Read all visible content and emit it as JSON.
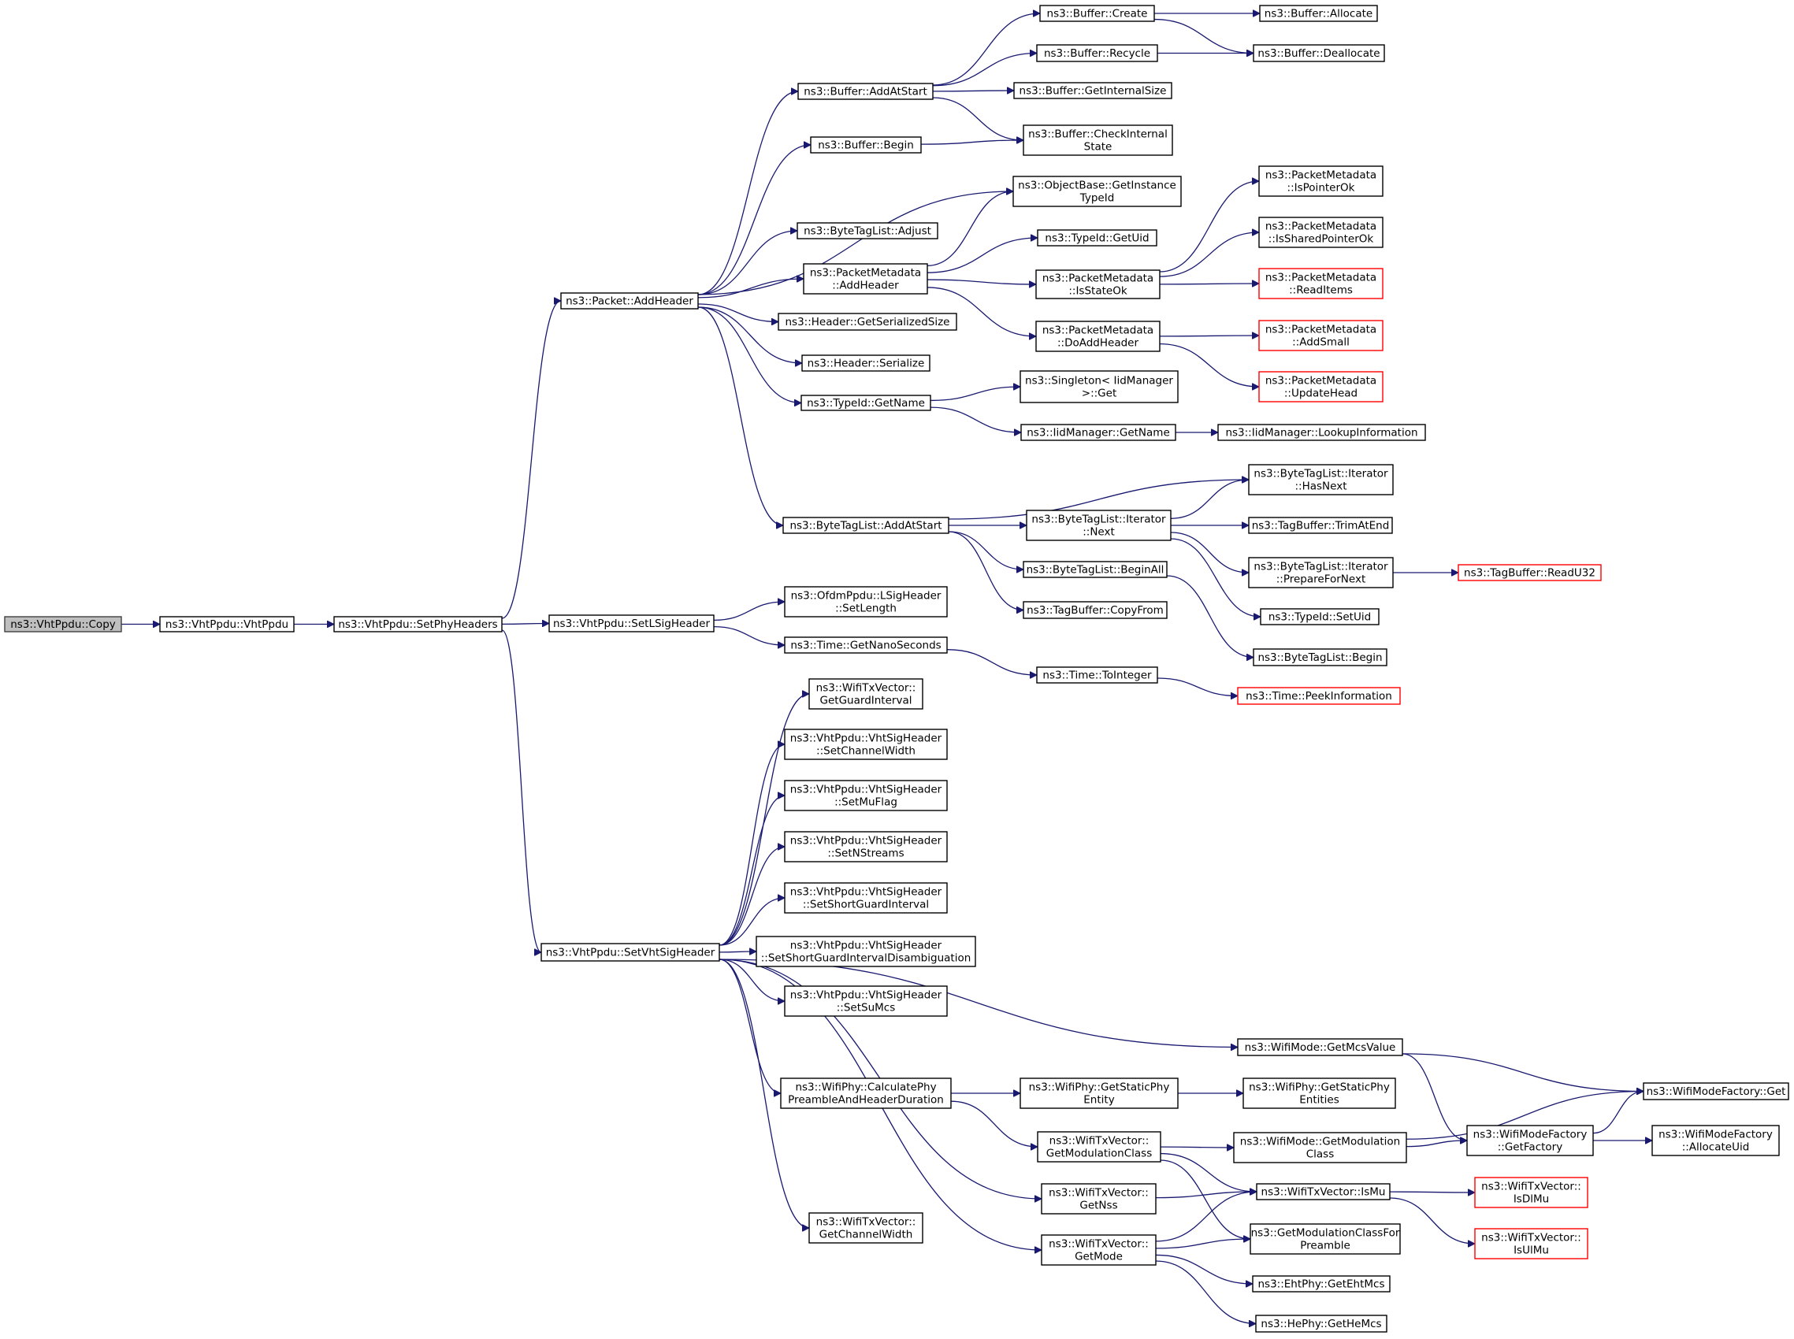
{
  "nodes": {
    "n_copy": {
      "lines": [
        "ns3::VhtPpdu::Copy"
      ],
      "style": "root"
    },
    "n_vhtppdu": {
      "lines": [
        "ns3::VhtPpdu::VhtPpdu"
      ]
    },
    "n_setphy": {
      "lines": [
        "ns3::VhtPpdu::SetPhyHeaders"
      ]
    },
    "n_addheader": {
      "lines": [
        "ns3::Packet::AddHeader"
      ]
    },
    "n_setlsig": {
      "lines": [
        "ns3::VhtPpdu::SetLSigHeader"
      ]
    },
    "n_setvhtsig": {
      "lines": [
        "ns3::VhtPpdu::SetVhtSigHeader"
      ]
    },
    "n_bufaddstart": {
      "lines": [
        "ns3::Buffer::AddAtStart"
      ]
    },
    "n_bufbegin": {
      "lines": [
        "ns3::Buffer::Begin"
      ]
    },
    "n_btladjust": {
      "lines": [
        "ns3::ByteTagList::Adjust"
      ]
    },
    "n_pmaddheader": {
      "lines": [
        "ns3::PacketMetadata",
        "::AddHeader"
      ]
    },
    "n_hdrsize": {
      "lines": [
        "ns3::Header::GetSerializedSize"
      ]
    },
    "n_hdrser": {
      "lines": [
        "ns3::Header::Serialize"
      ]
    },
    "n_tidgetname": {
      "lines": [
        "ns3::TypeId::GetName"
      ]
    },
    "n_btladdstart": {
      "lines": [
        "ns3::ByteTagList::AddAtStart"
      ]
    },
    "n_bufcreate": {
      "lines": [
        "ns3::Buffer::Create"
      ]
    },
    "n_bufrecycle": {
      "lines": [
        "ns3::Buffer::Recycle"
      ]
    },
    "n_bufinternal": {
      "lines": [
        "ns3::Buffer::GetInternalSize"
      ]
    },
    "n_bufcheck": {
      "lines": [
        "ns3::Buffer::CheckInternal",
        "State"
      ]
    },
    "n_bufalloc": {
      "lines": [
        "ns3::Buffer::Allocate"
      ]
    },
    "n_bufdealloc": {
      "lines": [
        "ns3::Buffer::Deallocate"
      ]
    },
    "n_objinst": {
      "lines": [
        "ns3::ObjectBase::GetInstance",
        "TypeId"
      ]
    },
    "n_tidgetuid": {
      "lines": [
        "ns3::TypeId::GetUid"
      ]
    },
    "n_pmisstate": {
      "lines": [
        "ns3::PacketMetadata",
        "::IsStateOk"
      ]
    },
    "n_pmdoadd": {
      "lines": [
        "ns3::PacketMetadata",
        "::DoAddHeader"
      ]
    },
    "n_pmisptr": {
      "lines": [
        "ns3::PacketMetadata",
        "::IsPointerOk"
      ]
    },
    "n_pmisshared": {
      "lines": [
        "ns3::PacketMetadata",
        "::IsSharedPointerOk"
      ]
    },
    "n_pmread": {
      "lines": [
        "ns3::PacketMetadata",
        "::ReadItems"
      ],
      "style": "external"
    },
    "n_pmaddsmall": {
      "lines": [
        "ns3::PacketMetadata",
        "::AddSmall"
      ],
      "style": "external"
    },
    "n_pmupdate": {
      "lines": [
        "ns3::PacketMetadata",
        "::UpdateHead"
      ],
      "style": "external"
    },
    "n_singleton": {
      "lines": [
        "ns3::Singleton< IidManager",
        ">::Get"
      ]
    },
    "n_iidgetname": {
      "lines": [
        "ns3::IidManager::GetName"
      ]
    },
    "n_iidlookup": {
      "lines": [
        "ns3::IidManager::LookupInformation"
      ]
    },
    "n_btlnext": {
      "lines": [
        "ns3::ByteTagList::Iterator",
        "::Next"
      ]
    },
    "n_btlbeginall": {
      "lines": [
        "ns3::ByteTagList::BeginAll"
      ]
    },
    "n_tbcopy": {
      "lines": [
        "ns3::TagBuffer::CopyFrom"
      ]
    },
    "n_btlhasnext": {
      "lines": [
        "ns3::ByteTagList::Iterator",
        "::HasNext"
      ]
    },
    "n_tbtrim": {
      "lines": [
        "ns3::TagBuffer::TrimAtEnd"
      ]
    },
    "n_btlprep": {
      "lines": [
        "ns3::ByteTagList::Iterator",
        "::PrepareForNext"
      ]
    },
    "n_tbreadu32": {
      "lines": [
        "ns3::TagBuffer::ReadU32"
      ],
      "style": "external"
    },
    "n_tidsetuid": {
      "lines": [
        "ns3::TypeId::SetUid"
      ]
    },
    "n_btlbegin": {
      "lines": [
        "ns3::ByteTagList::Begin"
      ]
    },
    "n_ofdmsetlen": {
      "lines": [
        "ns3::OfdmPpdu::LSigHeader",
        "::SetLength"
      ]
    },
    "n_timenano": {
      "lines": [
        "ns3::Time::GetNanoSeconds"
      ]
    },
    "n_timetoint": {
      "lines": [
        "ns3::Time::ToInteger"
      ]
    },
    "n_timepeek": {
      "lines": [
        "ns3::Time::PeekInformation"
      ],
      "style": "external"
    },
    "n_txgi": {
      "lines": [
        "ns3::WifiTxVector::",
        "GetGuardInterval"
      ]
    },
    "n_setcw": {
      "lines": [
        "ns3::VhtPpdu::VhtSigHeader",
        "::SetChannelWidth"
      ]
    },
    "n_setmu": {
      "lines": [
        "ns3::VhtPpdu::VhtSigHeader",
        "::SetMuFlag"
      ]
    },
    "n_setns": {
      "lines": [
        "ns3::VhtPpdu::VhtSigHeader",
        "::SetNStreams"
      ]
    },
    "n_setsgi": {
      "lines": [
        "ns3::VhtPpdu::VhtSigHeader",
        "::SetShortGuardInterval"
      ]
    },
    "n_setsgid": {
      "lines": [
        "ns3::VhtPpdu::VhtSigHeader",
        "::SetShortGuardIntervalDisambiguation"
      ]
    },
    "n_setsumcs": {
      "lines": [
        "ns3::VhtPpdu::VhtSigHeader",
        "::SetSuMcs"
      ]
    },
    "n_getmcsval": {
      "lines": [
        "ns3::WifiMode::GetMcsValue"
      ]
    },
    "n_calcpre": {
      "lines": [
        "ns3::WifiPhy::CalculatePhy",
        "PreambleAndHeaderDuration"
      ]
    },
    "n_getstatic": {
      "lines": [
        "ns3::WifiPhy::GetStaticPhy",
        "Entity"
      ]
    },
    "n_getstatics": {
      "lines": [
        "ns3::WifiPhy::GetStaticPhy",
        "Entities"
      ]
    },
    "n_txgetmodcls": {
      "lines": [
        "ns3::WifiTxVector::",
        "GetModulationClass"
      ]
    },
    "n_wmgetmodcls": {
      "lines": [
        "ns3::WifiMode::GetModulation",
        "Class"
      ]
    },
    "n_wmfgetfactory": {
      "lines": [
        "ns3::WifiModeFactory",
        "::GetFactory"
      ]
    },
    "n_wmfget": {
      "lines": [
        "ns3::WifiModeFactory::Get"
      ]
    },
    "n_wmfalloc": {
      "lines": [
        "ns3::WifiModeFactory",
        "::AllocateUid"
      ]
    },
    "n_txgetnss": {
      "lines": [
        "ns3::WifiTxVector::",
        "GetNss"
      ]
    },
    "n_txismu": {
      "lines": [
        "ns3::WifiTxVector::IsMu"
      ]
    },
    "n_txisdlmu": {
      "lines": [
        "ns3::WifiTxVector::",
        "IsDlMu"
      ],
      "style": "external"
    },
    "n_txisulmu": {
      "lines": [
        "ns3::WifiTxVector::",
        "IsUlMu"
      ],
      "style": "external"
    },
    "n_txgetcw": {
      "lines": [
        "ns3::WifiTxVector::",
        "GetChannelWidth"
      ]
    },
    "n_txgetmode": {
      "lines": [
        "ns3::WifiTxVector::",
        "GetMode"
      ]
    },
    "n_getmodclspre": {
      "lines": [
        "ns3::GetModulationClassFor",
        "Preamble"
      ]
    },
    "n_ehtmcs": {
      "lines": [
        "ns3::EhtPhy::GetEhtMcs"
      ]
    },
    "n_hemcs": {
      "lines": [
        "ns3::HePhy::GetHeMcs"
      ]
    }
  },
  "edges": [
    [
      "n_copy",
      "n_vhtppdu"
    ],
    [
      "n_vhtppdu",
      "n_setphy"
    ],
    [
      "n_setphy",
      "n_addheader"
    ],
    [
      "n_setphy",
      "n_setlsig"
    ],
    [
      "n_setphy",
      "n_setvhtsig"
    ],
    [
      "n_addheader",
      "n_bufaddstart"
    ],
    [
      "n_addheader",
      "n_bufbegin"
    ],
    [
      "n_addheader",
      "n_objinst"
    ],
    [
      "n_addheader",
      "n_btladjust"
    ],
    [
      "n_addheader",
      "n_pmaddheader"
    ],
    [
      "n_addheader",
      "n_hdrsize"
    ],
    [
      "n_addheader",
      "n_hdrser"
    ],
    [
      "n_addheader",
      "n_tidgetname"
    ],
    [
      "n_addheader",
      "n_btladdstart"
    ],
    [
      "n_bufaddstart",
      "n_bufcreate"
    ],
    [
      "n_bufaddstart",
      "n_bufrecycle"
    ],
    [
      "n_bufaddstart",
      "n_bufinternal"
    ],
    [
      "n_bufaddstart",
      "n_bufcheck"
    ],
    [
      "n_bufcreate",
      "n_bufalloc"
    ],
    [
      "n_bufcreate",
      "n_bufdealloc"
    ],
    [
      "n_bufrecycle",
      "n_bufdealloc"
    ],
    [
      "n_bufbegin",
      "n_bufcheck"
    ],
    [
      "n_pmaddheader",
      "n_objinst"
    ],
    [
      "n_pmaddheader",
      "n_tidgetuid"
    ],
    [
      "n_pmaddheader",
      "n_pmisstate"
    ],
    [
      "n_pmaddheader",
      "n_pmdoadd"
    ],
    [
      "n_pmisstate",
      "n_pmisptr"
    ],
    [
      "n_pmisstate",
      "n_pmisshared"
    ],
    [
      "n_pmisstate",
      "n_pmread"
    ],
    [
      "n_pmdoadd",
      "n_pmaddsmall"
    ],
    [
      "n_pmdoadd",
      "n_pmupdate"
    ],
    [
      "n_tidgetname",
      "n_singleton"
    ],
    [
      "n_tidgetname",
      "n_iidgetname"
    ],
    [
      "n_iidgetname",
      "n_iidlookup"
    ],
    [
      "n_btladdstart",
      "n_btlhasnext"
    ],
    [
      "n_btladdstart",
      "n_btlnext"
    ],
    [
      "n_btladdstart",
      "n_btlbeginall"
    ],
    [
      "n_btladdstart",
      "n_tbcopy"
    ],
    [
      "n_btlnext",
      "n_btlhasnext"
    ],
    [
      "n_btlnext",
      "n_tbtrim"
    ],
    [
      "n_btlnext",
      "n_btlprep"
    ],
    [
      "n_btlnext",
      "n_tidsetuid"
    ],
    [
      "n_btlprep",
      "n_tbreadu32"
    ],
    [
      "n_btlbeginall",
      "n_btlbegin"
    ],
    [
      "n_setlsig",
      "n_ofdmsetlen"
    ],
    [
      "n_setlsig",
      "n_timenano"
    ],
    [
      "n_timenano",
      "n_timetoint"
    ],
    [
      "n_timetoint",
      "n_timepeek"
    ],
    [
      "n_setvhtsig",
      "n_txgi"
    ],
    [
      "n_setvhtsig",
      "n_setcw"
    ],
    [
      "n_setvhtsig",
      "n_setmu"
    ],
    [
      "n_setvhtsig",
      "n_setns"
    ],
    [
      "n_setvhtsig",
      "n_setsgi"
    ],
    [
      "n_setvhtsig",
      "n_setsgid"
    ],
    [
      "n_setvhtsig",
      "n_setsumcs"
    ],
    [
      "n_setvhtsig",
      "n_getmcsval"
    ],
    [
      "n_setvhtsig",
      "n_calcpre"
    ],
    [
      "n_setvhtsig",
      "n_txgetnss"
    ],
    [
      "n_setvhtsig",
      "n_txgetcw"
    ],
    [
      "n_setvhtsig",
      "n_txgetmode"
    ],
    [
      "n_getmcsval",
      "n_wmfget"
    ],
    [
      "n_getmcsval",
      "n_wmfgetfactory"
    ],
    [
      "n_calcpre",
      "n_getstatic"
    ],
    [
      "n_calcpre",
      "n_txgetmodcls"
    ],
    [
      "n_getstatic",
      "n_getstatics"
    ],
    [
      "n_txgetmodcls",
      "n_wmgetmodcls"
    ],
    [
      "n_txgetmodcls",
      "n_txismu"
    ],
    [
      "n_txgetmodcls",
      "n_getmodclspre"
    ],
    [
      "n_wmgetmodcls",
      "n_wmfget"
    ],
    [
      "n_wmgetmodcls",
      "n_wmfgetfactory"
    ],
    [
      "n_wmfgetfactory",
      "n_wmfget"
    ],
    [
      "n_wmfgetfactory",
      "n_wmfalloc"
    ],
    [
      "n_txgetnss",
      "n_txismu"
    ],
    [
      "n_txismu",
      "n_txisdlmu"
    ],
    [
      "n_txismu",
      "n_txisulmu"
    ],
    [
      "n_txgetmode",
      "n_txismu"
    ],
    [
      "n_txgetmode",
      "n_getmodclspre"
    ],
    [
      "n_txgetmode",
      "n_ehtmcs"
    ],
    [
      "n_txgetmode",
      "n_hemcs"
    ]
  ]
}
